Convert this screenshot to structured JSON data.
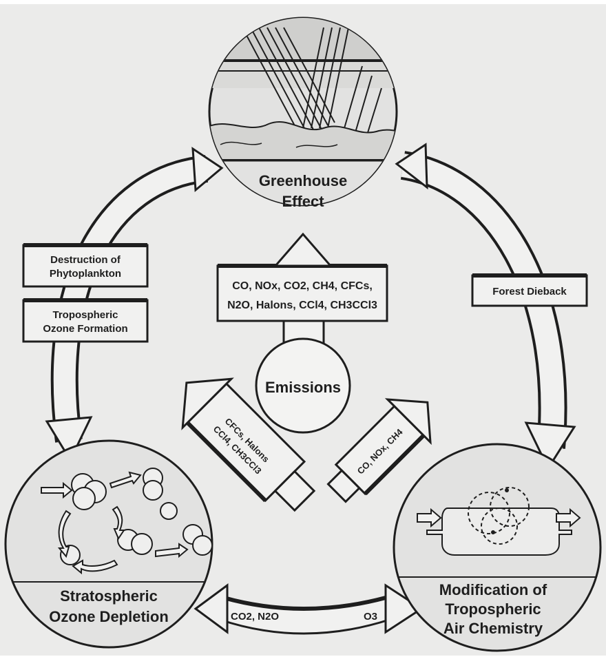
{
  "colors": {
    "paper": "#ebebea",
    "ink": "#1e1e1e",
    "arrow_fill": "#f1f1f0",
    "node_fill": "#e2e2e1"
  },
  "nodes": {
    "greenhouse": [
      "Greenhouse",
      "Effect"
    ],
    "emissions": "Emissions",
    "stratospheric": [
      "Stratospheric",
      "Ozone Depletion"
    ],
    "tropospheric": [
      "Modification of",
      "Tropospheric",
      "Air Chemistry"
    ]
  },
  "labels": {
    "left_box_top": [
      "Destruction of",
      "Phytoplankton"
    ],
    "left_box_bottom": [
      "Tropospheric",
      "Ozone Formation"
    ],
    "right_box": "Forest Dieback",
    "up_arrow": [
      "CO, NOx, CO2, CH4, CFCs,",
      "N2O, Halons, CCl4, CH3CCl3"
    ],
    "down_left_arrow": [
      "CFCs, Halons",
      "CCl4, CH3CCl3"
    ],
    "down_right_arrow": "CO, NOx, CH4",
    "bottom_arrow_left": "CO2, N2O",
    "bottom_arrow_right": "O3"
  }
}
